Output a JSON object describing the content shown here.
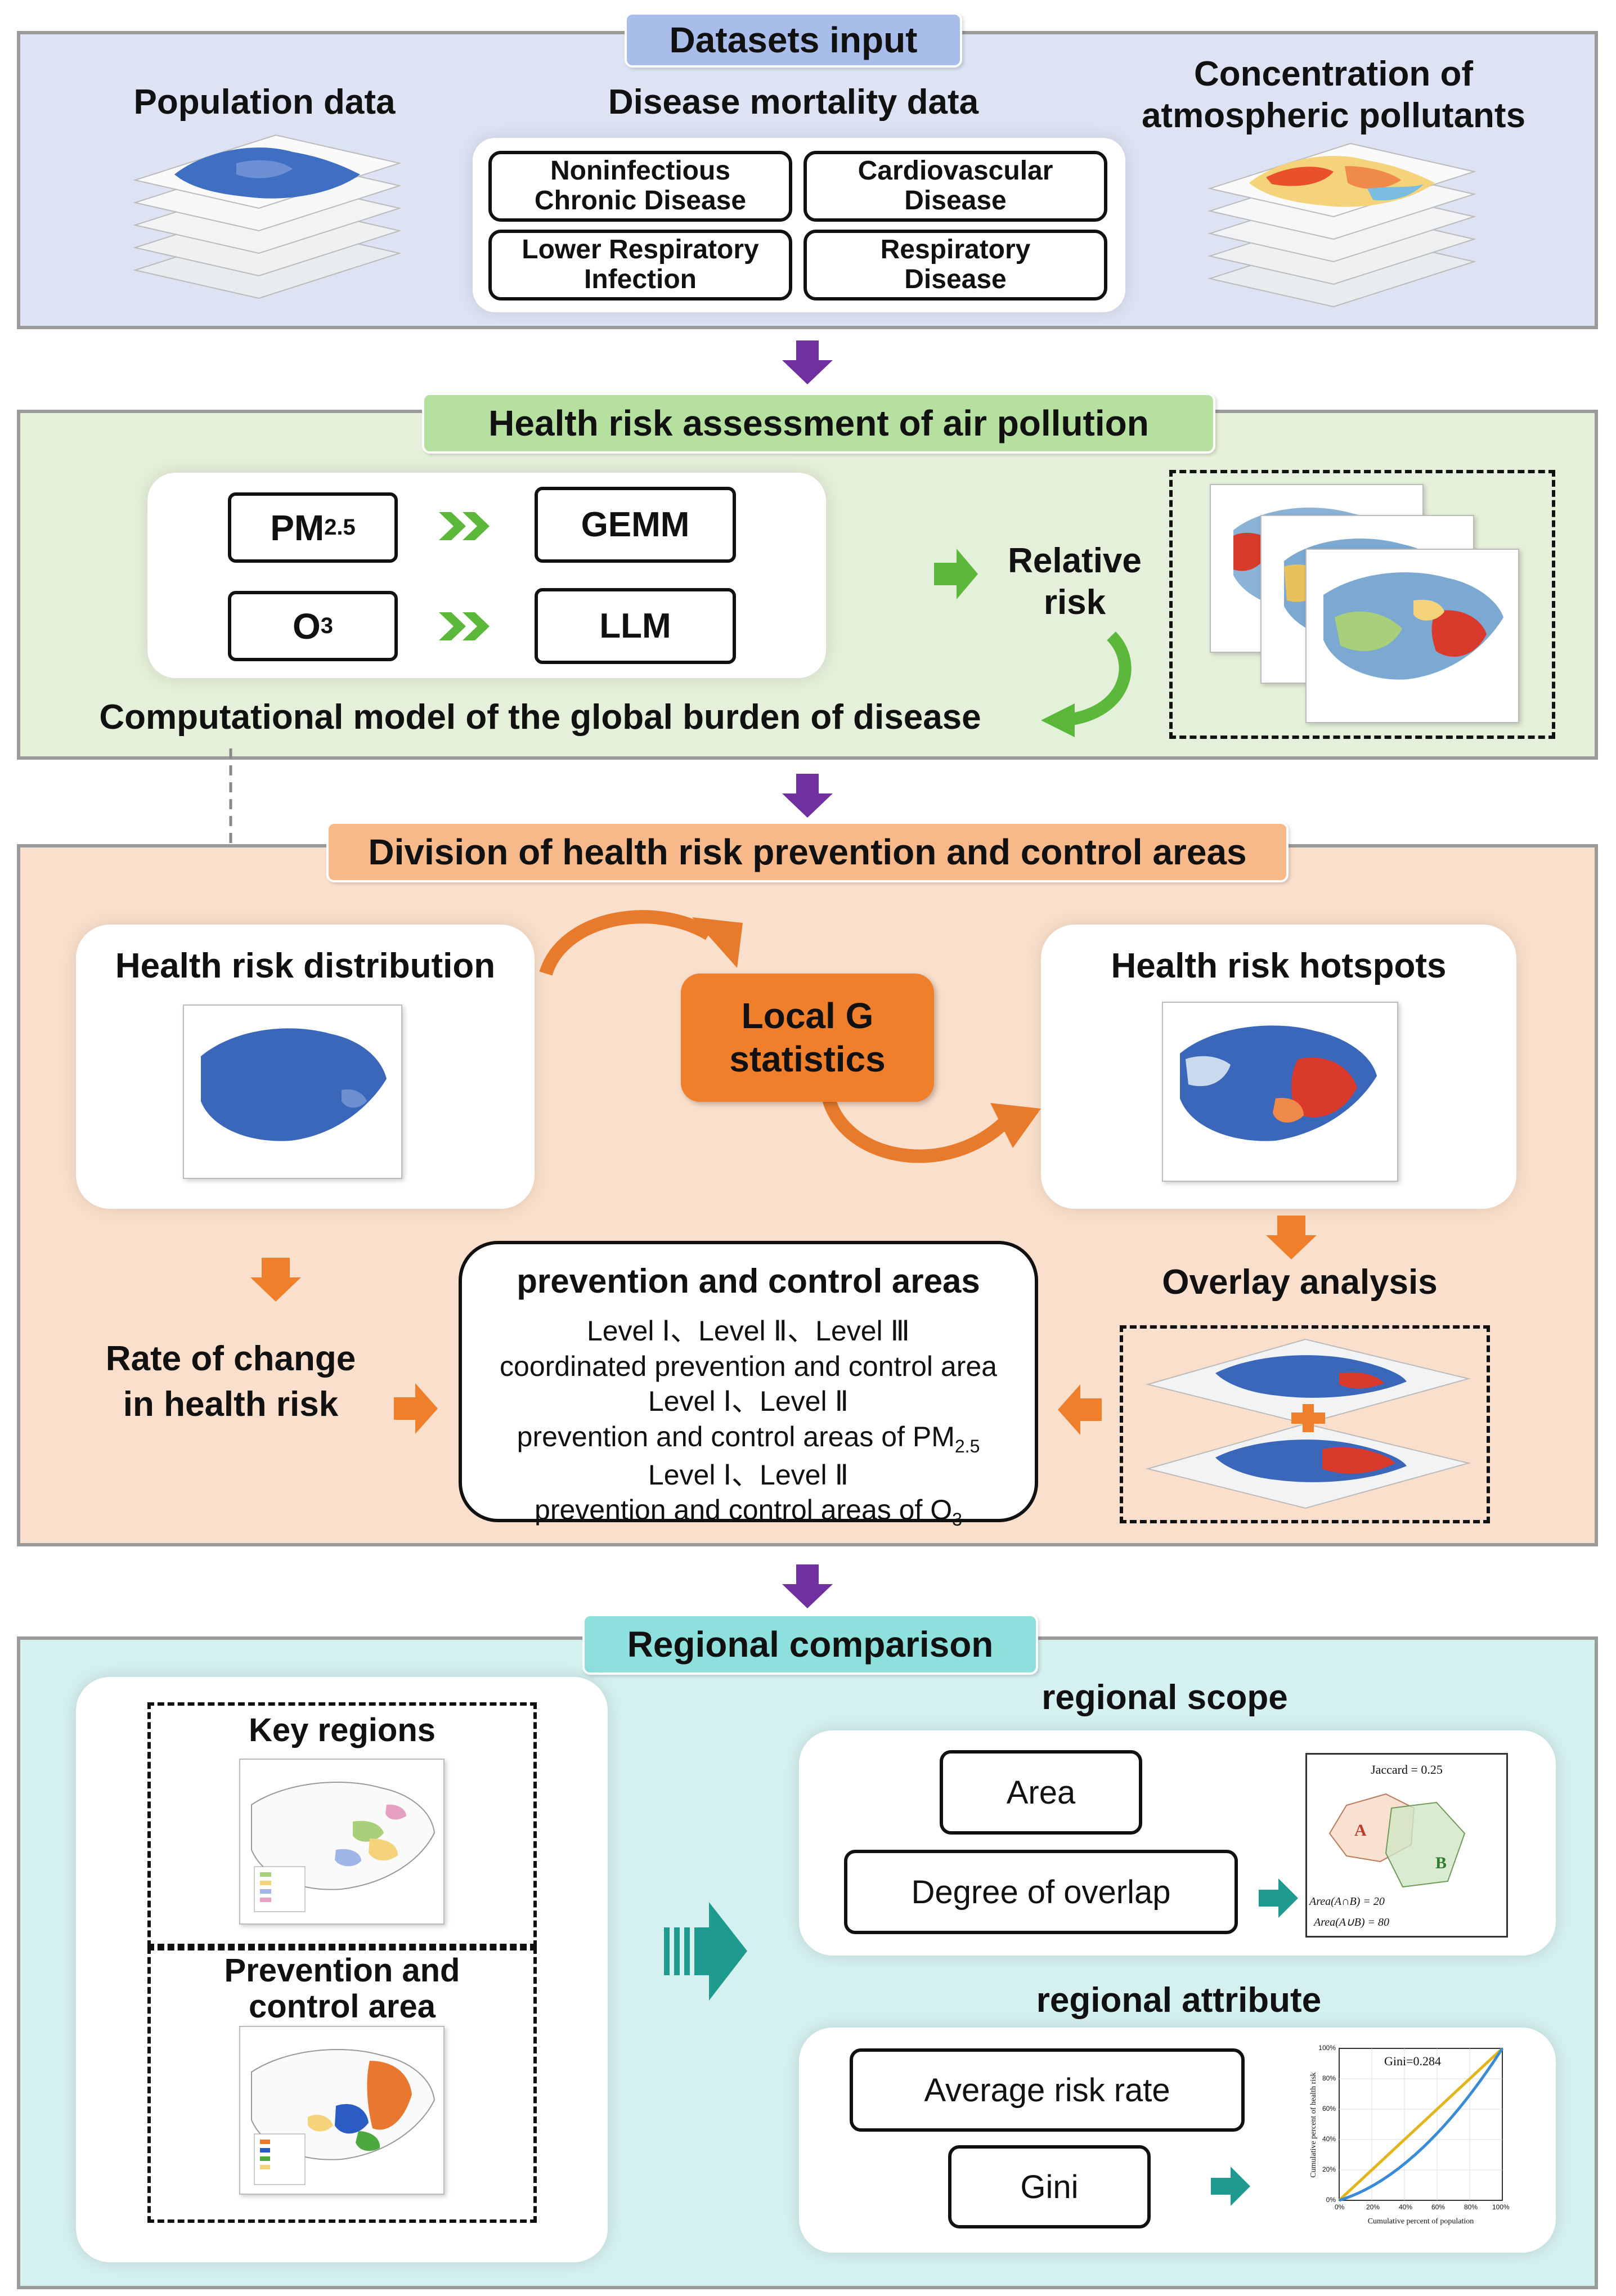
{
  "section1": {
    "title": "Datasets input",
    "population": "Population data",
    "disease": "Disease mortality data",
    "pollutants_line1": "Concentration of",
    "pollutants_line2": "atmospheric pollutants",
    "boxes": [
      {
        "l1": "Noninfectious",
        "l2": "Chronic Disease"
      },
      {
        "l1": "Cardiovascular",
        "l2": "Disease"
      },
      {
        "l1": "Lower Respiratory",
        "l2": "Infection"
      },
      {
        "l1": "Respiratory",
        "l2": "Disease"
      }
    ]
  },
  "section2": {
    "title": "Health risk assessment of air pollution",
    "pm_base": "PM",
    "pm_sub": "2.5",
    "o3_base": "O",
    "o3_sub": "3",
    "gemm": "GEMM",
    "llm": "LLM",
    "relative_risk_l1": "Relative",
    "relative_risk_l2": "risk",
    "model": "Computational model of the global burden of disease"
  },
  "section3": {
    "title": "Division of health risk prevention and control areas",
    "distribution": "Health risk distribution",
    "hotspots": "Health risk hotspots",
    "localg_l1": "Local G",
    "localg_l2": "statistics",
    "rate_l1": "Rate of change",
    "rate_l2": "in health risk",
    "overlay": "Overlay analysis",
    "pca_title": "prevention and control areas",
    "pca_line1": "Level Ⅰ、Level Ⅱ、Level Ⅲ",
    "pca_line2": "coordinated prevention and control area",
    "pca_line3": "Level Ⅰ、Level Ⅱ",
    "pca_line4_base": "prevention and control areas of PM",
    "pca_line4_sub": "2.5",
    "pca_line5": "Level Ⅰ、Level Ⅱ",
    "pca_line6_base": "prevention and control areas of O",
    "pca_line6_sub": "3"
  },
  "section4": {
    "title": "Regional comparison",
    "key_regions": "Key regions",
    "pca_l1": "Prevention and",
    "pca_l2": "control area",
    "scope": "regional scope",
    "area": "Area",
    "overlap": "Degree of overlap",
    "attribute": "regional attribute",
    "avg_risk": "Average risk rate",
    "gini": "Gini",
    "jaccard_label": "Jaccard = 0.25",
    "venn_a": "A",
    "venn_b": "B",
    "inter_label": "Area(A∩B) = 20",
    "union_label": "Area(A∪B) = 80",
    "gini_label": "Gini=0.284",
    "gini_xlabel": "Cumulative percent of population",
    "gini_ylabel": "Cumulative percent of health risk",
    "gini_yticks": [
      "0%",
      "20%",
      "40%",
      "60%",
      "80%",
      "100%"
    ],
    "gini_xticks": [
      "0%",
      "20%",
      "40%",
      "60%",
      "80%",
      "100%"
    ]
  },
  "colors": {
    "panel1_bg": "#dde3f3",
    "panel1_title": "#a8bde9",
    "panel2_bg": "#e5f0da",
    "panel2_title": "#b6e0a0",
    "panel3_bg": "#fae0cc",
    "panel3_title": "#f7b98a",
    "panel4_bg": "#d4f0ef",
    "panel4_title": "#8ee0dd",
    "purple_arrow": "#7030a0",
    "orange": "#ef7f2a",
    "green_arrow": "#66bb3a",
    "teal_arrow": "#1f9a8f"
  }
}
